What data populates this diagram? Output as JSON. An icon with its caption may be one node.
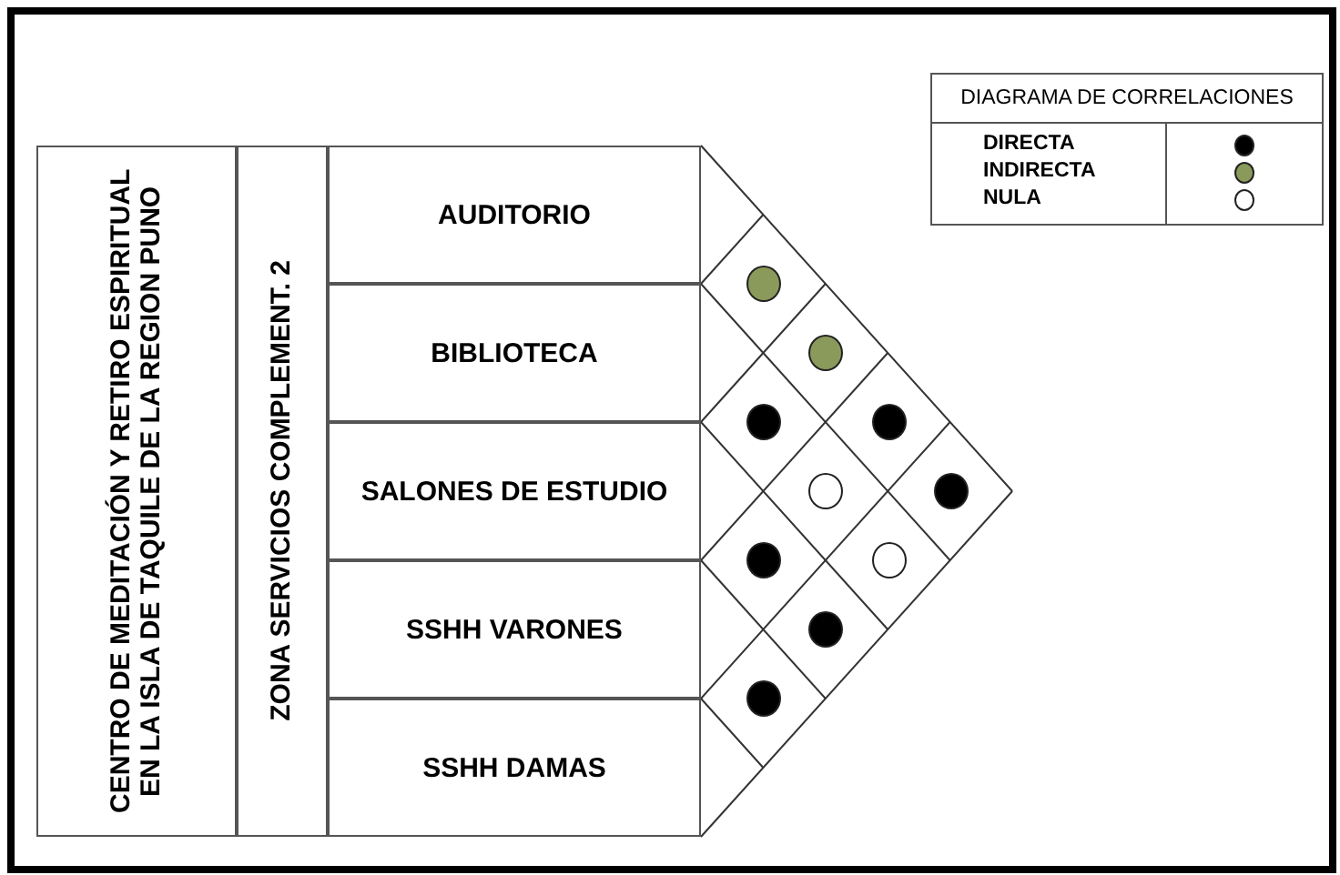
{
  "diagram": {
    "nodes": [
      {
        "text": [
          "CENTRO DE MEDITACIÓN Y RETIRO ESPIRITUAL EN LA ISLA DE TAQUILE DE LA REGION PUNO"
        ]
      },
      {
        "text": [
          "ZONA SERVICIOS COMPLEMENT. 2"
        ]
      },
      {
        "text": [
          "AUDITORIO"
        ]
      },
      {
        "text": [
          "BIBLIOTECA"
        ]
      },
      {
        "text": [
          "SALONES DE ESTUDIO"
        ]
      },
      {
        "text": [
          "SSHH VARONES"
        ]
      },
      {
        "text": [
          "SSHH DAMAS"
        ]
      },
      {
        "text": [],
        "shape": "circle"
      },
      {
        "text": [],
        "shape": "circle"
      },
      {
        "text": [],
        "shape": "circle"
      },
      {
        "text": [],
        "shape": "circle"
      },
      {
        "text": [],
        "shape": "circle"
      },
      {
        "text": [],
        "shape": "circle"
      },
      {
        "text": [],
        "shape": "circle"
      },
      {
        "text": [],
        "shape": "circle"
      },
      {
        "text": [],
        "shape": "circle"
      },
      {
        "text": [],
        "shape": "circle"
      }
    ],
    "edges": [],
    "labels": [
      "DIAGRAMA DE CORRELACIONES"
    ],
    "legend": [
      {
        "text": "DIRECTA",
        "color": "#000000"
      },
      {
        "text": "INDIRECTA",
        "color": "#8a9a5b"
      },
      {
        "text": "NULA",
        "color": "#ffffff"
      }
    ]
  }
}
